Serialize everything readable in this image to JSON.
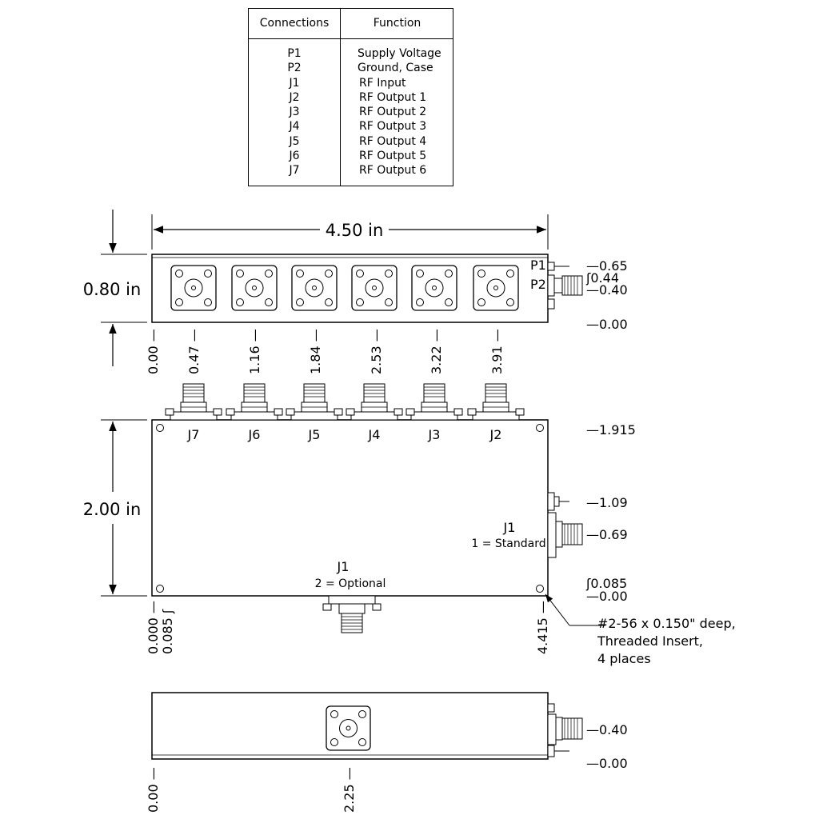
{
  "table": {
    "header_connections": "Connections",
    "header_function": "Function",
    "rows": [
      {
        "conn": "P1",
        "func": "Supply Voltage"
      },
      {
        "conn": "P2",
        "func": "Ground, Case"
      },
      {
        "conn": "J1",
        "func": "RF Input"
      },
      {
        "conn": "J2",
        "func": "RF Output 1"
      },
      {
        "conn": "J3",
        "func": "RF Output 2"
      },
      {
        "conn": "J4",
        "func": "RF Output 3"
      },
      {
        "conn": "J5",
        "func": "RF Output 4"
      },
      {
        "conn": "J6",
        "func": "RF Output 5"
      },
      {
        "conn": "J7",
        "func": "RF Output 6"
      }
    ]
  },
  "top_view": {
    "width_label": "4.50 in",
    "height_label": "0.80 in",
    "p1_label": "P1",
    "p2_label": "P2",
    "right_dims": [
      "0.65",
      "0.44",
      "0.40",
      "0.00"
    ],
    "bottom_dims": [
      "0.00",
      "0.47",
      "1.16",
      "1.84",
      "2.53",
      "3.22",
      "3.91"
    ]
  },
  "front_view": {
    "height_label": "2.00 in",
    "connector_labels": [
      "J7",
      "J6",
      "J5",
      "J4",
      "J3",
      "J2"
    ],
    "right_dims": [
      "1.915",
      "1.09",
      "0.69",
      "0.085",
      "0.00"
    ],
    "j1_standard_label": "J1",
    "j1_standard_note": "1 = Standard",
    "j1_optional_label": "J1",
    "j1_optional_note": "2 = Optional",
    "bottom_dims": [
      "0.000",
      "0.085",
      "4.415"
    ],
    "callout": [
      "#2-56 x 0.150\" deep,",
      "Threaded Insert,",
      "4 places"
    ]
  },
  "side_view": {
    "right_dims": [
      "0.40",
      "0.00"
    ],
    "bottom_dims": [
      "0.00",
      "2.25"
    ]
  }
}
